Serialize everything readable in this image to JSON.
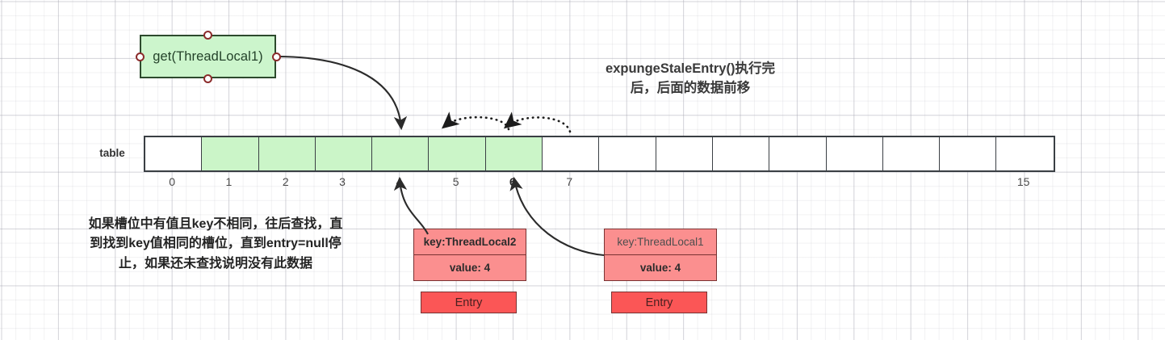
{
  "diagram": {
    "headline": "expungeStaleEntry()执行完\n后，后面的数据前移",
    "headline_line1": "expungeStaleEntry()执行完",
    "headline_line2": "后，后面的数据前移",
    "note_line1": "如果槽位中有值且key不相同，往后查找，直",
    "note_line2": "到找到key值相同的槽位，直到entry=null停",
    "note_line3": "止，如果还未查找说明没有此数据",
    "accent_green": "#cbf5c8",
    "accent_red": "#fb8f8f",
    "accent_red_dark": "#fb5656",
    "stroke": "#3a3f44"
  },
  "get_node": {
    "label": "get(ThreadLocal1)"
  },
  "table": {
    "label": "table",
    "cell_count": 16,
    "indices": [
      "0",
      "1",
      "2",
      "3",
      "4",
      "5",
      "6",
      "7",
      "",
      "",
      "",
      "",
      "",
      "",
      "",
      "15"
    ],
    "filled": [
      false,
      true,
      true,
      true,
      true,
      true,
      true,
      false,
      false,
      false,
      false,
      false,
      false,
      false,
      false,
      false
    ],
    "bold_index": "6"
  },
  "entries": [
    {
      "key": "key:ThreadLocal2",
      "value": "value: 4",
      "footer": "Entry",
      "key_bold": true,
      "points_to_index": "4"
    },
    {
      "key": "key:ThreadLocal1",
      "value": "value: 4",
      "footer": "Entry",
      "key_bold": false,
      "points_to_index": "6"
    }
  ],
  "arrows": {
    "get_to_slot4": "curved solid arrow from get node right port down to table slot 4",
    "shift_6_to_5": "dotted curved arrow from slot 6 to slot 5",
    "shift_7_to_6": "dotted curved arrow from slot 7 to slot 6",
    "entry1_to_slot4": "solid arrow from entry box 1 up to table slot 4",
    "entry2_to_slot6": "solid arrow from entry box 2 up to table slot 6"
  }
}
